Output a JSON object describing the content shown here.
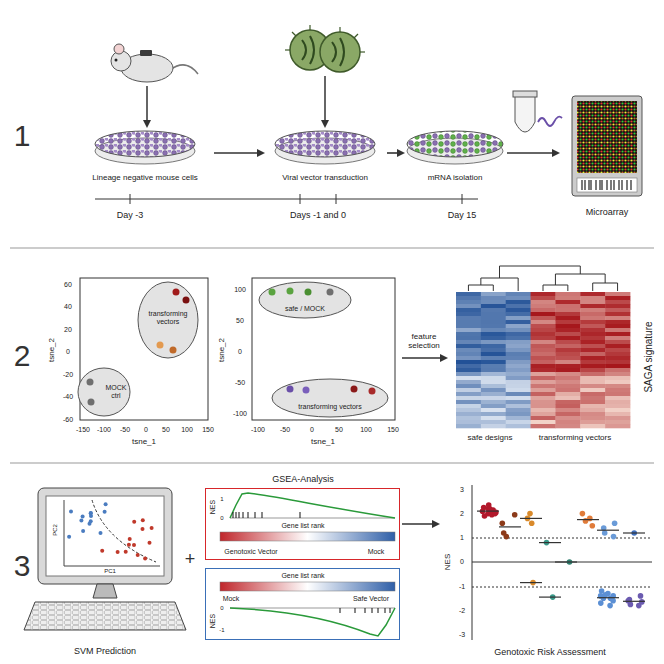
{
  "diagram": {
    "nodes": [
      {
        "text": [
          "Lineage negative mouse cells"
        ]
      },
      {
        "text": [
          "Viral vector transduction"
        ]
      },
      {
        "text": [
          "mRNA isolation"
        ]
      },
      {
        "text": [
          "Microarray"
        ]
      },
      {
        "text": [
          "safe / MOCK",
          "transforming vectors"
        ]
      },
      {
        "text": [
          "SAGA signature",
          "safe designs",
          "transforming vectors"
        ]
      },
      {
        "text": [
          "SVM Prediction"
        ]
      },
      {
        "text": [
          "GSEA-Analysis",
          "NES",
          "Gene list rank",
          "Genotoxic Vector",
          "Mock"
        ]
      },
      {
        "text": [
          "NES",
          "Gene list rank",
          "Mock",
          "Safe Vector"
        ]
      },
      {
        "text": [
          "Genotoxic Risk Assessment",
          "NES"
        ]
      }
    ],
    "edges": [
      {
        "from": 0,
        "to": 1,
        "arrow": "to"
      },
      {
        "from": 1,
        "to": 2,
        "arrow": "to"
      },
      {
        "from": 2,
        "to": 3,
        "arrow": "to"
      },
      {
        "from": 4,
        "to": 5,
        "arrow": "to",
        "label": "feature selection"
      },
      {
        "from": 7,
        "to": 9,
        "arrow": "to"
      }
    ],
    "labels": [
      "1",
      "Day -3",
      "Days -1 and 0",
      "Day 15",
      "2",
      "tsne_2",
      "60",
      "40",
      "20",
      "0",
      "-20",
      "-40",
      "-60",
      "-150",
      "-100",
      "-50",
      "0",
      "50",
      "100",
      "150",
      "tsne_1",
      "MOCK ctrl",
      "transforming vectors",
      "tsne_2",
      "100",
      "50",
      "0",
      "-50",
      "-100",
      "-100",
      "-50",
      "0",
      "50",
      "100",
      "150",
      "tsne_1",
      "3",
      "PC2",
      "PC1",
      "+",
      "1",
      "0",
      "0",
      "-1",
      "3",
      "2",
      "1",
      "0",
      "-1",
      "-2",
      "-3"
    ]
  }
}
